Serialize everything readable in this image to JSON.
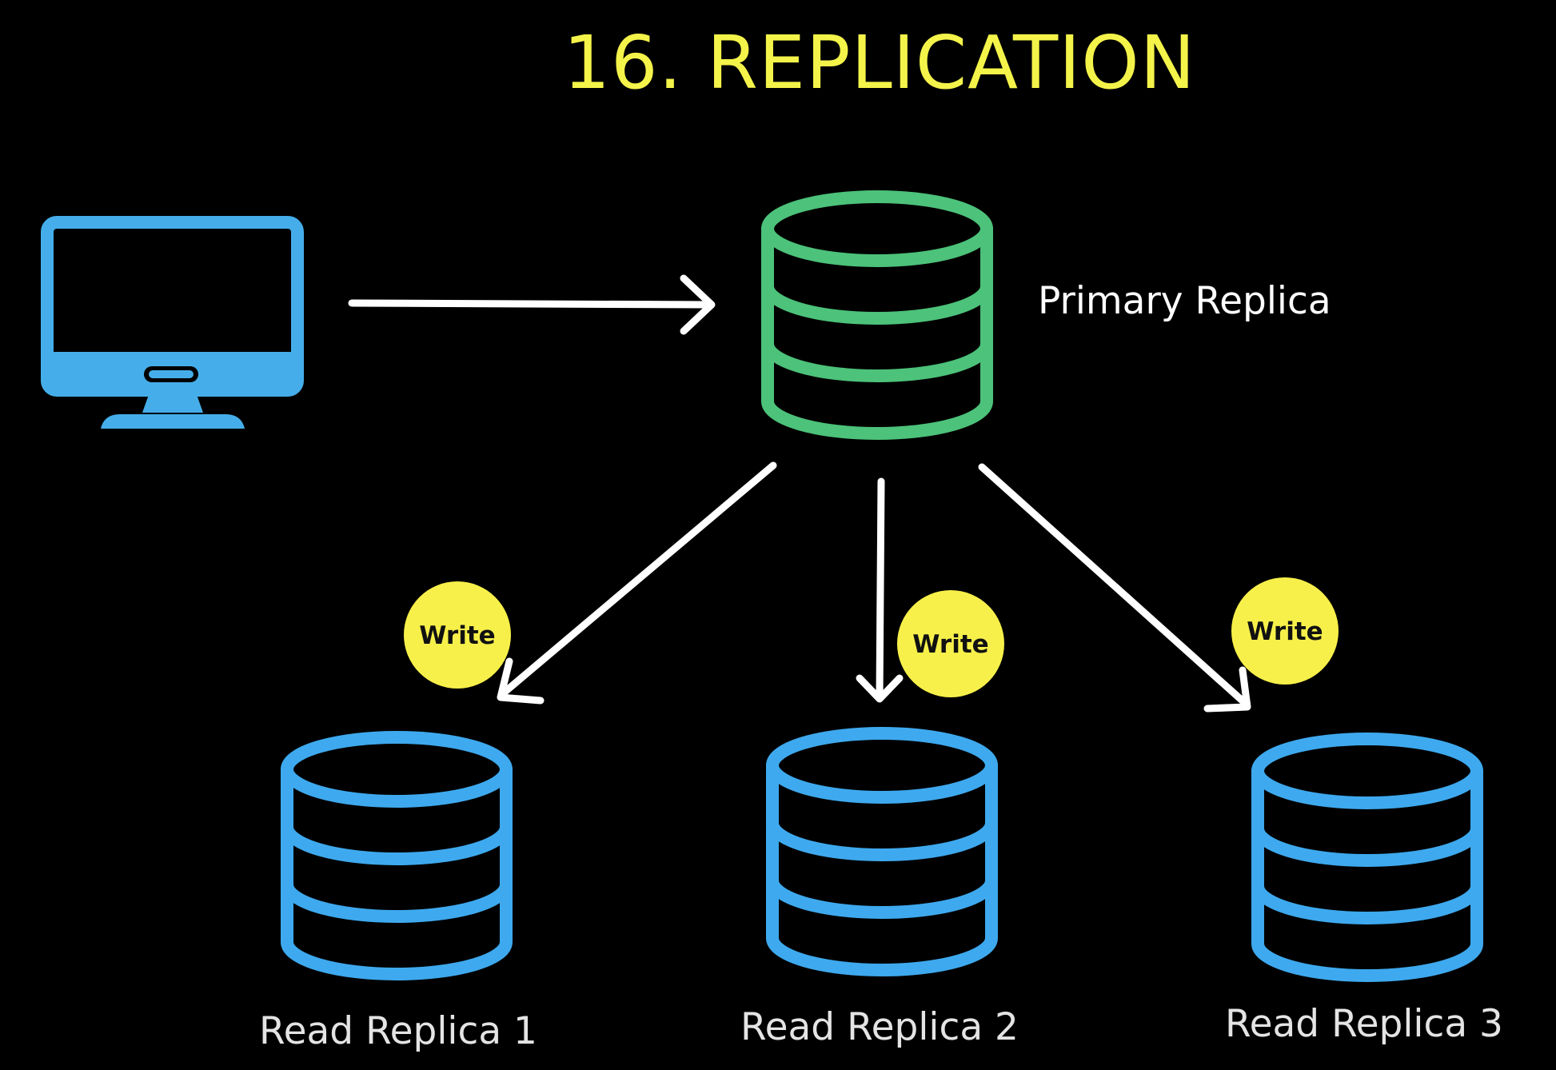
{
  "title": "16. REPLICATION",
  "client": {
    "icon": "monitor-icon"
  },
  "primary": {
    "label": "Primary Replica",
    "icon": "database-icon"
  },
  "replicas": [
    {
      "label": "Read Replica 1",
      "badge": "Write",
      "icon": "database-icon"
    },
    {
      "label": "Read Replica 2",
      "badge": "Write",
      "icon": "database-icon"
    },
    {
      "label": "Read Replica 3",
      "badge": "Write",
      "icon": "database-icon"
    }
  ],
  "colors": {
    "background": "#000000",
    "title": "#f4f34a",
    "primary_db": "#4cc27a",
    "replica_db": "#3ea9ee",
    "monitor": "#45aeea",
    "arrow": "#ffffff",
    "badge": "#f7f04a",
    "badge_text": "#111111",
    "primary_label": "#ffffff",
    "replica_label": "#e4e4e4"
  }
}
